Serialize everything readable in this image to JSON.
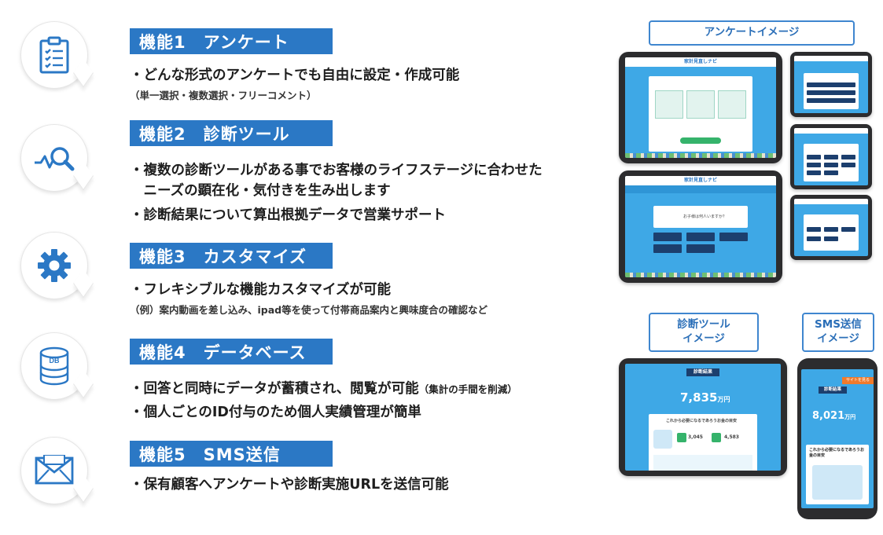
{
  "features": [
    {
      "title": "機能1　アンケート",
      "icon": "clipboard-checklist-icon",
      "lines": [
        "・どんな形式のアンケートでも自由に設定・作成可能"
      ],
      "sub": "（単一選択・複数選択・フリーコメント）"
    },
    {
      "title": "機能2　診断ツール",
      "icon": "search-analytics-icon",
      "lines": [
        "・複数の診断ツールがある事でお客様のライフステージに合わせた",
        "　ニーズの顕在化・気付きを生み出します",
        "・診断結果について算出根拠データで営業サポート"
      ]
    },
    {
      "title": "機能3　カスタマイズ",
      "icon": "gear-icon",
      "lines": [
        "・フレキシブルな機能カスタマイズが可能"
      ],
      "sub": "（例）案内動画を差し込み、ipad等を使って付帯商品案内と興味度合の確認など"
    },
    {
      "title": "機能4　データベース",
      "icon": "database-icon",
      "db_label": "DB",
      "line1_main": "・回答と同時にデータが蓄積され、閲覧が可能",
      "line1_small": "（集計の手間を削減）",
      "lines": [
        "・個人ごとのID付与のため個人実績管理が簡単"
      ]
    },
    {
      "title": "機能5　SMS送信",
      "icon": "envelope-icon",
      "lines": [
        "・保有顧客へアンケートや診断実施URLを送信可能"
      ]
    }
  ],
  "mockups": {
    "survey_label": "アンケートイメージ",
    "diag_label_1": "診断ツール",
    "diag_label_2": "イメージ",
    "sms_label_1": "SMS送信",
    "sms_label_2": "イメージ",
    "app_name": "家計見直しナビ",
    "survey_question": "お子様は何人いますか？",
    "result_title": "診断結果",
    "result_amount_main": "7,835",
    "result_amount_unit": "万円",
    "result_card_title": "これから必要になるであろうお金の目安",
    "result_val_a": "3,045",
    "result_val_b": "4,583",
    "sms_result_title": "診断結果",
    "sms_amount_main": "8,021",
    "sms_amount_unit": "万円",
    "sms_card_title": "これから必要になるであろうお金の目安",
    "sms_badge": "サイトを見る",
    "colors": {
      "accent": "#2b78c5",
      "screen": "#3ea8e6",
      "navy": "#1c3f6e",
      "green": "#35b36b"
    }
  }
}
